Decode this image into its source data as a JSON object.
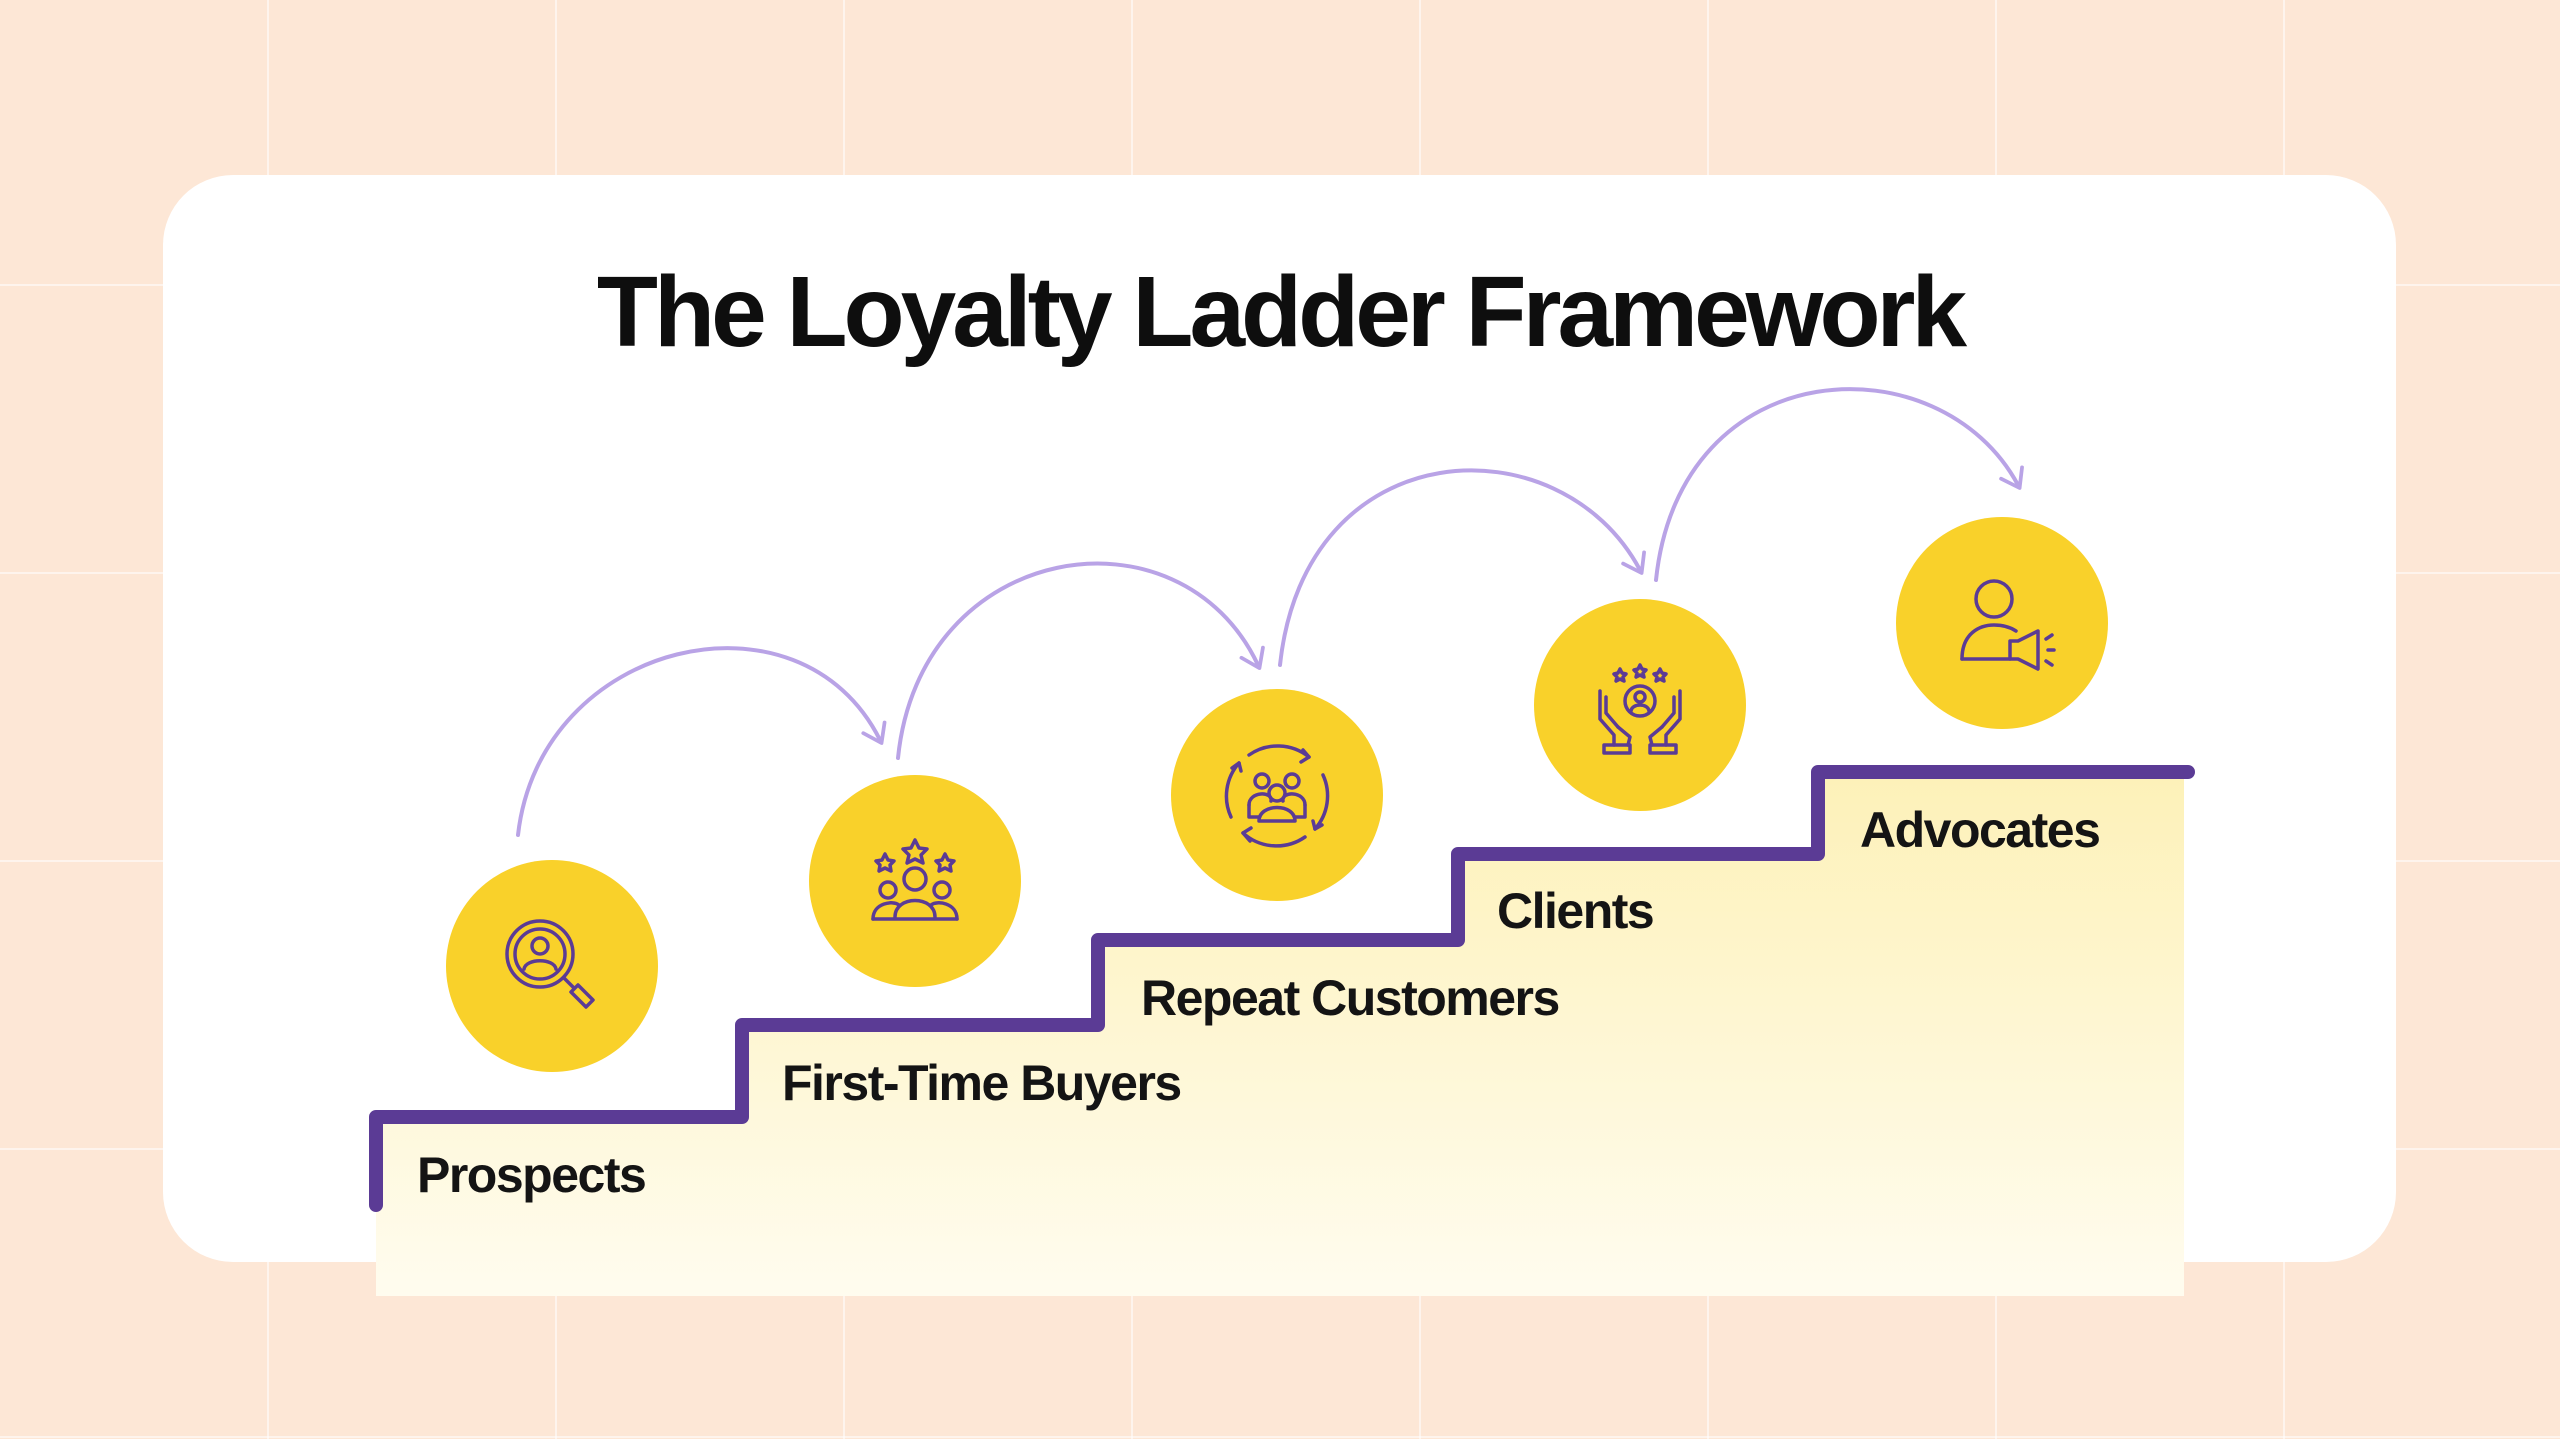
{
  "title": "The Loyalty Ladder Framework",
  "colors": {
    "background": "#fde7d6",
    "card": "#ffffff",
    "circle": "#f9d12a",
    "stair_line": "#5b3b95",
    "arrow": "#b9a3e6",
    "icon_stroke": "#5b3b95",
    "stair_fill_top": "#fdf1b8",
    "stair_fill_bottom": "#fffcef"
  },
  "steps": [
    {
      "label": "Prospects",
      "icon": "magnifier-person-icon"
    },
    {
      "label": "First-Time Buyers",
      "icon": "group-stars-icon"
    },
    {
      "label": "Repeat Customers",
      "icon": "cycle-group-icon"
    },
    {
      "label": "Clients",
      "icon": "hands-person-stars-icon"
    },
    {
      "label": "Advocates",
      "icon": "person-megaphone-icon"
    }
  ]
}
